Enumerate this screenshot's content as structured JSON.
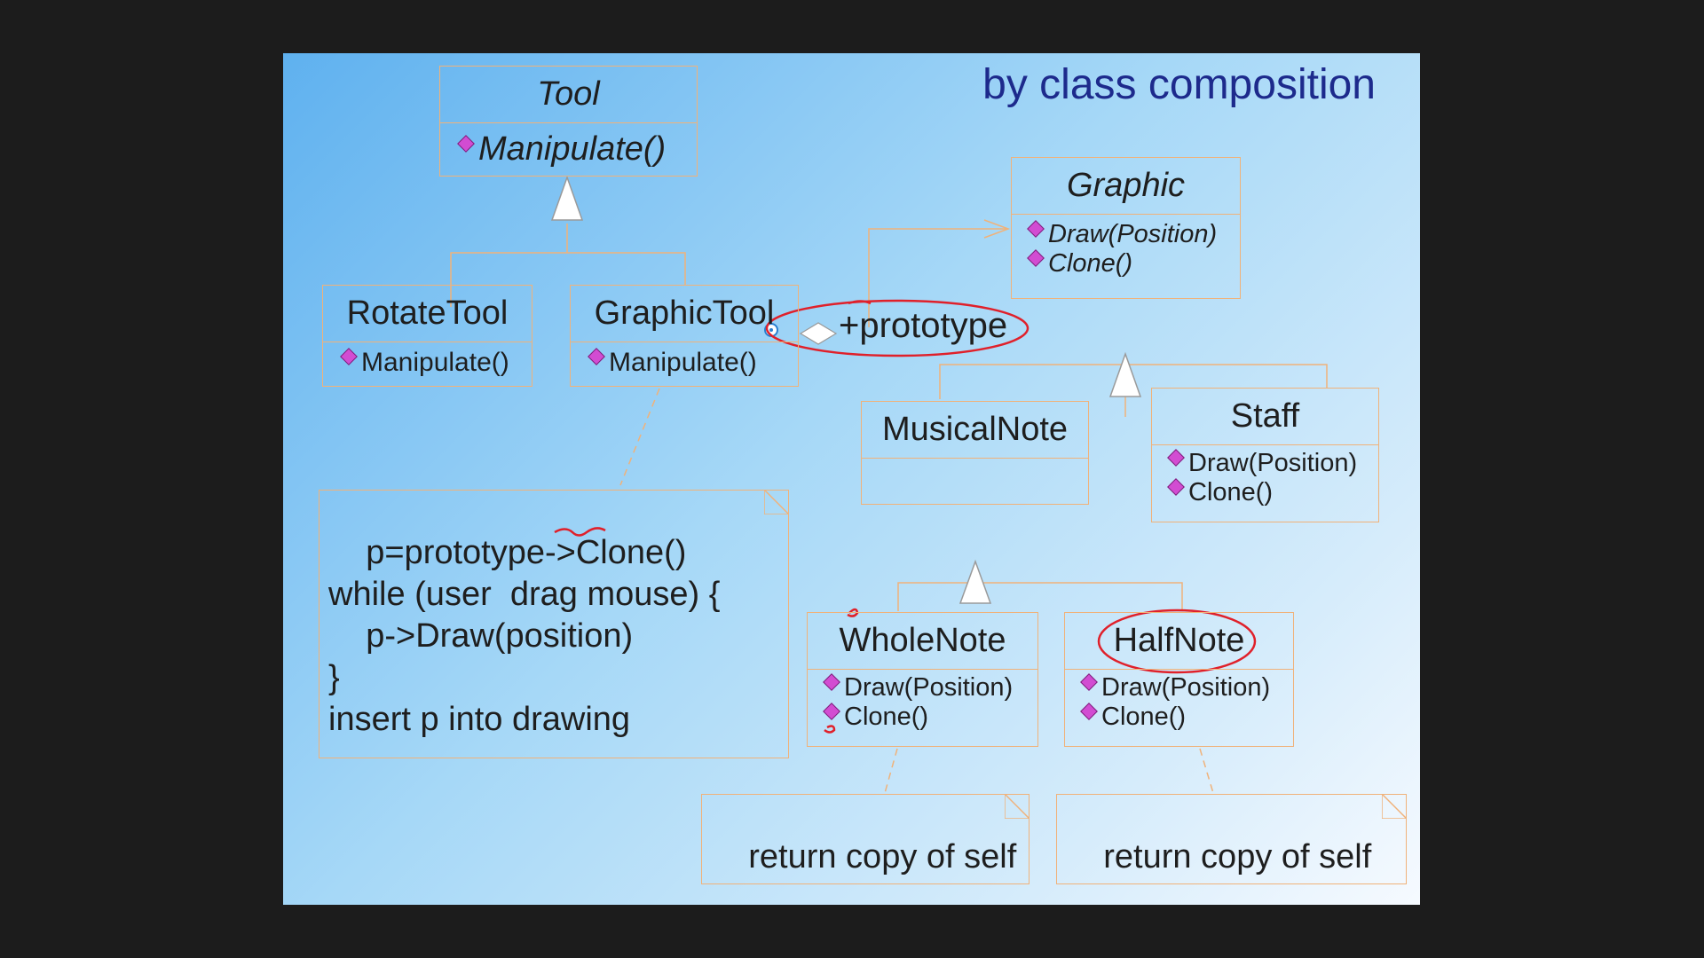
{
  "slide": {
    "title": "by class composition"
  },
  "classes": {
    "tool": {
      "name": "Tool",
      "ops": [
        "Manipulate()"
      ]
    },
    "rotate_tool": {
      "name": "RotateTool",
      "ops": [
        "Manipulate()"
      ]
    },
    "graphic_tool": {
      "name": "GraphicTool",
      "ops": [
        "Manipulate()"
      ]
    },
    "graphic": {
      "name": "Graphic",
      "ops": [
        "Draw(Position)",
        "Clone()"
      ]
    },
    "musical_note": {
      "name": "MusicalNote",
      "ops": []
    },
    "staff": {
      "name": "Staff",
      "ops": [
        "Draw(Position)",
        "Clone()"
      ]
    },
    "whole_note": {
      "name": "WholeNote",
      "ops": [
        "Draw(Position)",
        "Clone()"
      ]
    },
    "half_note": {
      "name": "HalfNote",
      "ops": [
        "Draw(Position)",
        "Clone()"
      ]
    }
  },
  "association": {
    "label": "+prototype"
  },
  "notes": {
    "graphic_tool": "p=prototype->Clone()\nwhile (user  drag mouse) {\n    p->Draw(position)\n}\ninsert p into drawing",
    "whole_note": "return copy of self",
    "half_note": "return copy of self"
  },
  "colors": {
    "slide_gradient_start": "#5fb1ef",
    "slide_gradient_end": "#f6faff",
    "box_border": "#f0b27a",
    "title": "#1d2a8c",
    "operation_icon": "#d24cd2",
    "annotation_ink": "#e0202a"
  }
}
